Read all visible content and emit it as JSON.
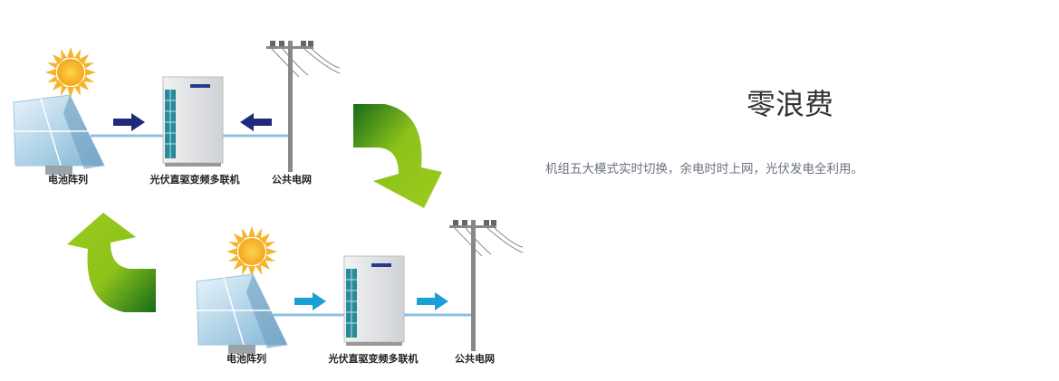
{
  "title": "零浪费",
  "description": "机组五大模式实时切换，余电时时上网，光伏发电全利用。",
  "diagram": {
    "top_row": {
      "labels": [
        "电池阵列",
        "光伏直驱变频多联机",
        "公共电网"
      ],
      "arrow_color": "#1f2a7a"
    },
    "bottom_row": {
      "labels": [
        "电池阵列",
        "光伏直驱变频多联机",
        "公共电网"
      ],
      "arrow_color": "#1a9fd6"
    },
    "cycle_arrow_colors": [
      "#1d6b1d",
      "#8cc21a"
    ]
  }
}
